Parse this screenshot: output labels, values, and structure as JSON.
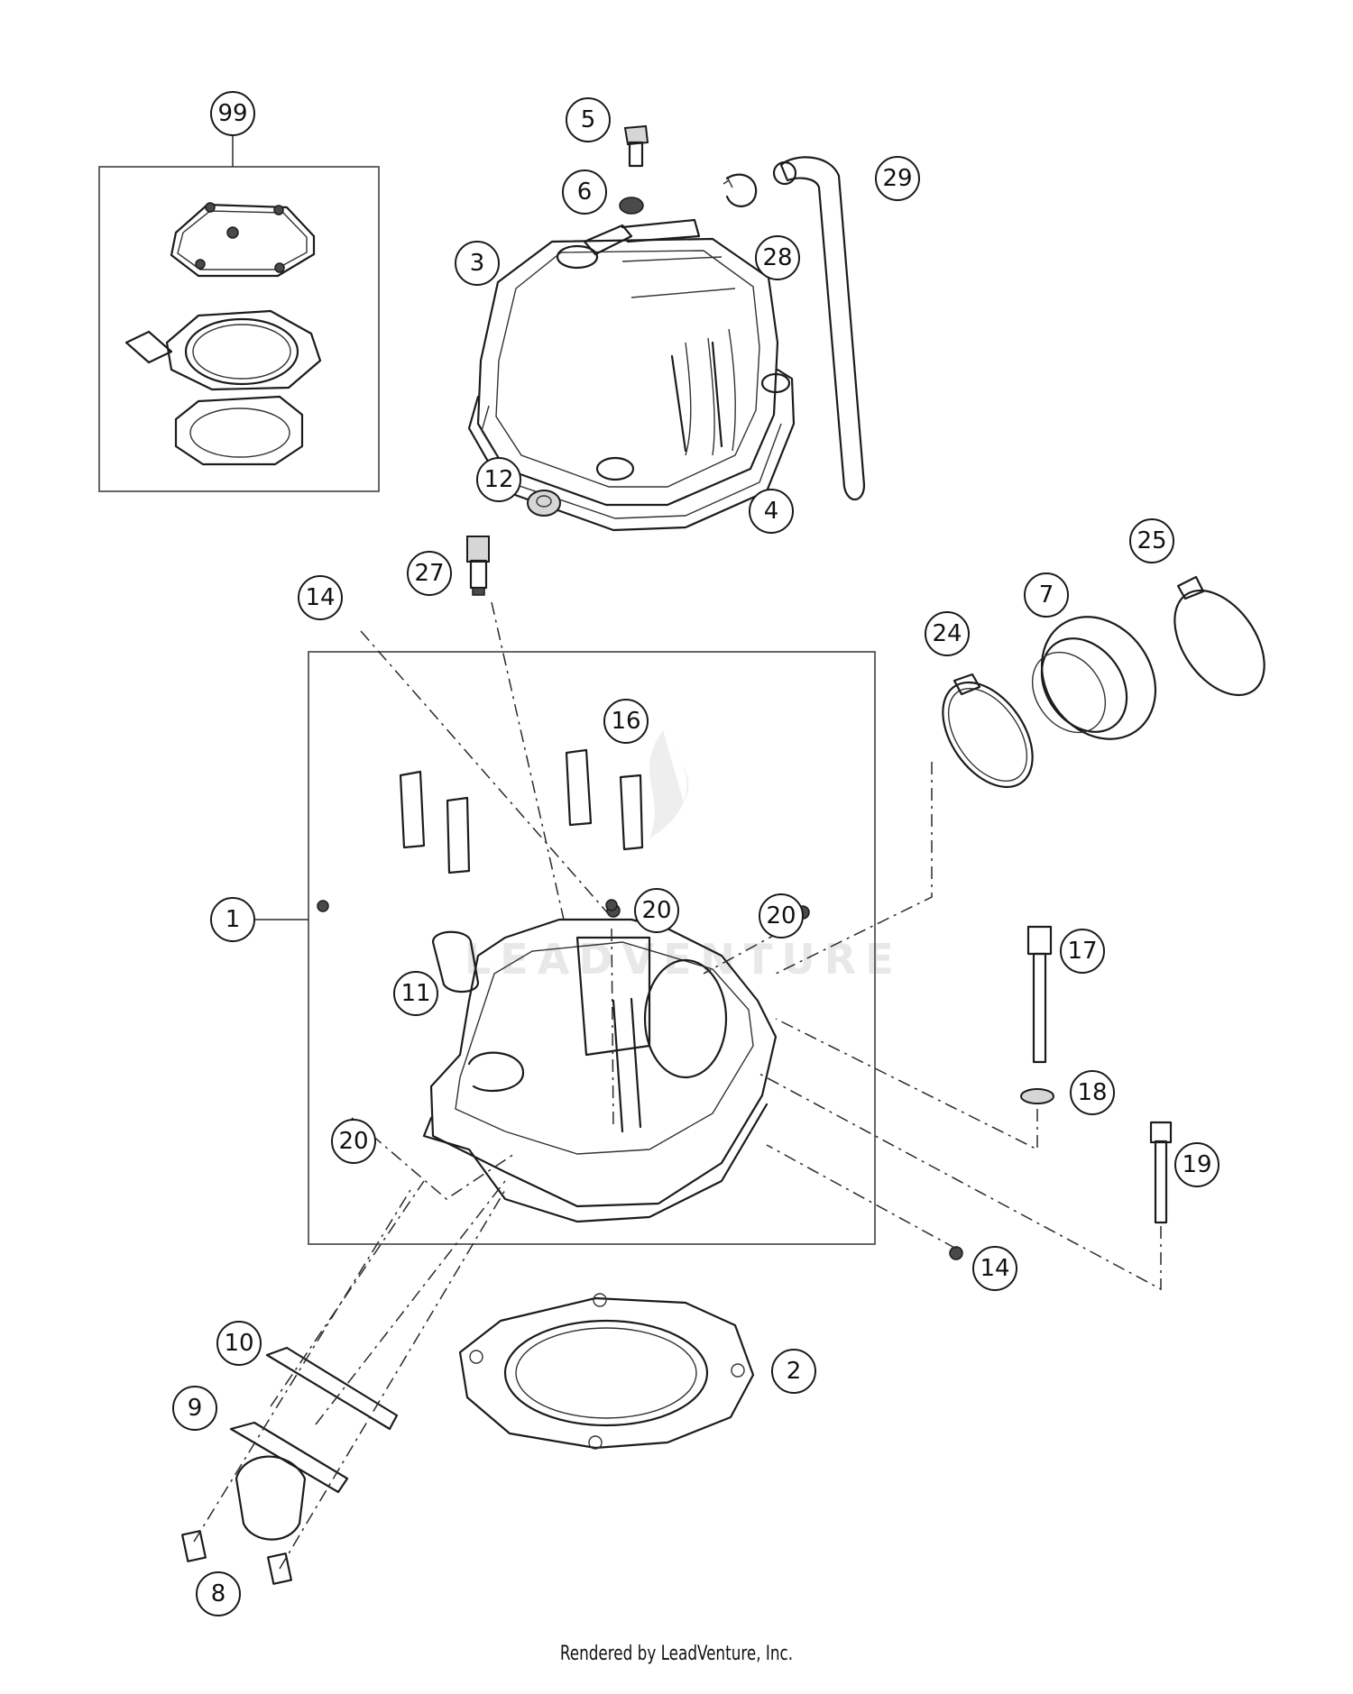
{
  "diagram": {
    "callouts": [
      {
        "id": "c99",
        "label": "99"
      },
      {
        "id": "c5",
        "label": "5"
      },
      {
        "id": "c6",
        "label": "6"
      },
      {
        "id": "c3",
        "label": "3"
      },
      {
        "id": "c28",
        "label": "28"
      },
      {
        "id": "c29",
        "label": "29"
      },
      {
        "id": "c12",
        "label": "12"
      },
      {
        "id": "c4",
        "label": "4"
      },
      {
        "id": "c27",
        "label": "27"
      },
      {
        "id": "c14a",
        "label": "14"
      },
      {
        "id": "c25",
        "label": "25"
      },
      {
        "id": "c7",
        "label": "7"
      },
      {
        "id": "c24",
        "label": "24"
      },
      {
        "id": "c16",
        "label": "16"
      },
      {
        "id": "c20a",
        "label": "20"
      },
      {
        "id": "c20b",
        "label": "20"
      },
      {
        "id": "c1",
        "label": "1"
      },
      {
        "id": "c11",
        "label": "11"
      },
      {
        "id": "c17",
        "label": "17"
      },
      {
        "id": "c18",
        "label": "18"
      },
      {
        "id": "c20c",
        "label": "20"
      },
      {
        "id": "c19",
        "label": "19"
      },
      {
        "id": "c14b",
        "label": "14"
      },
      {
        "id": "c10",
        "label": "10"
      },
      {
        "id": "c2",
        "label": "2"
      },
      {
        "id": "c9",
        "label": "9"
      },
      {
        "id": "c8",
        "label": "8"
      }
    ]
  },
  "footer": {
    "text": "Rendered by LeadVenture, Inc."
  },
  "watermark": {
    "text": "LEADVENTURE"
  }
}
